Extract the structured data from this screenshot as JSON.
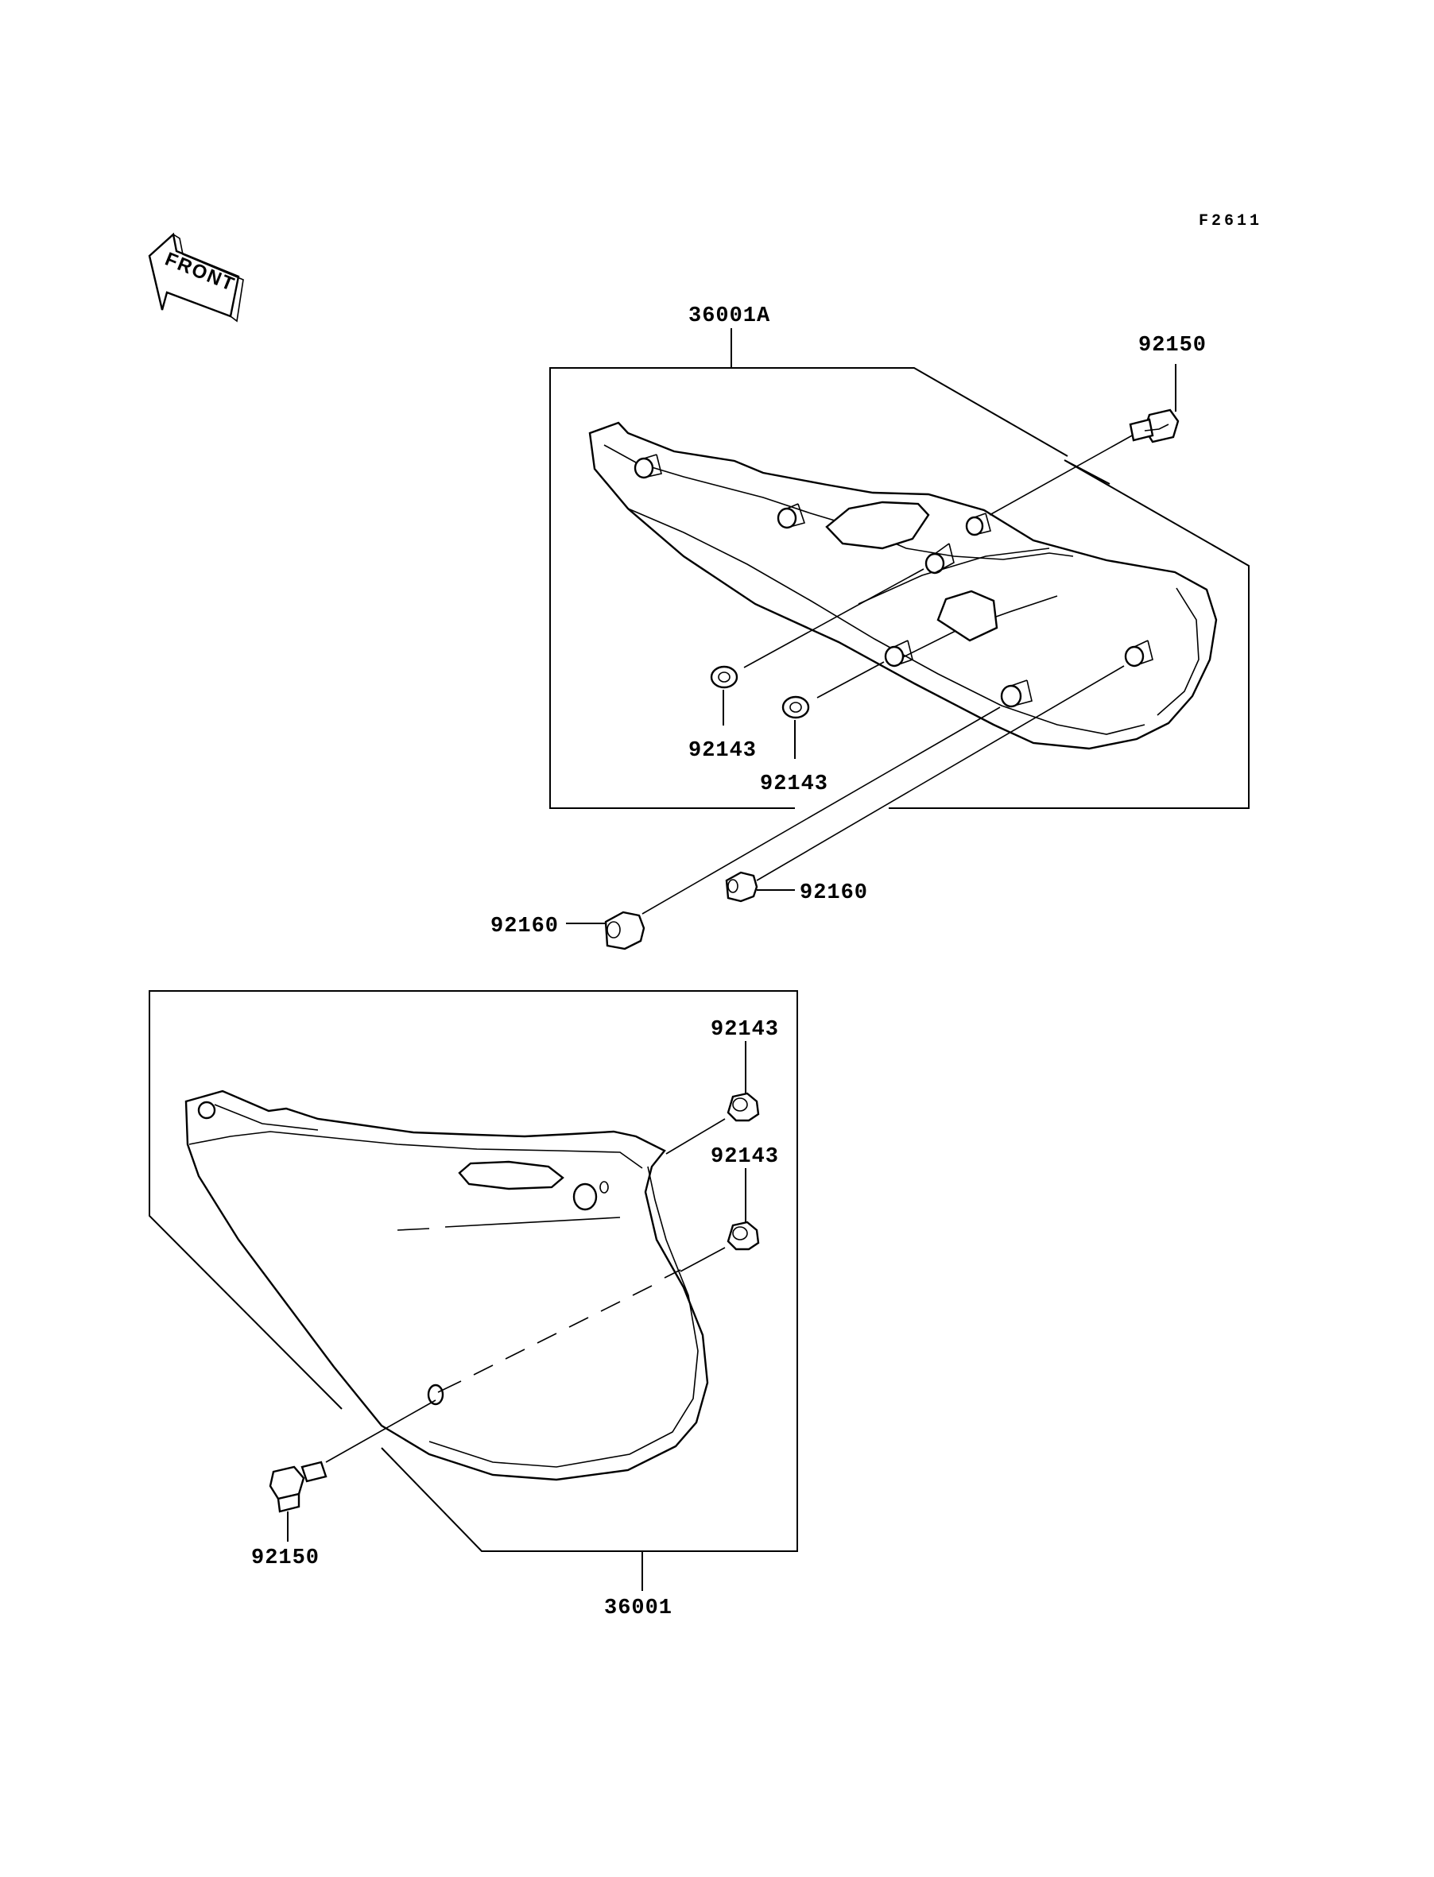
{
  "figure_code": "F2611",
  "direction_label": "FRONT",
  "parts": {
    "side_cover_left": "36001A",
    "side_cover_right": "36001",
    "bolt_top": "92150",
    "bolt_bottom": "92150",
    "grommet_top_1": "92143",
    "grommet_top_2": "92143",
    "grommet_bottom_1": "92143",
    "grommet_bottom_2": "92143",
    "damper_1": "92160",
    "damper_2": "92160"
  }
}
